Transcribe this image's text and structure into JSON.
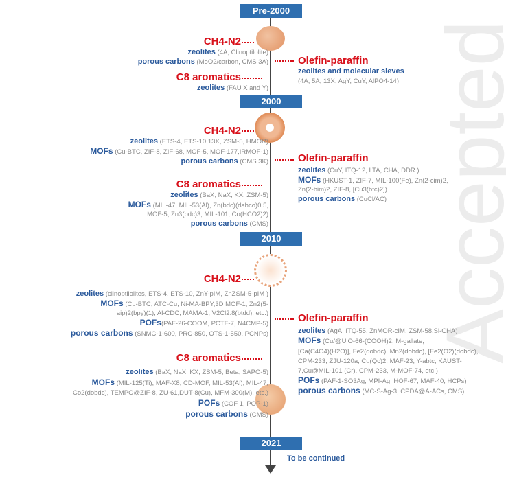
{
  "timeline": {
    "years": [
      "Pre-2000",
      "2000",
      "2010",
      "2021"
    ],
    "continue_label": "To be continued"
  },
  "watermark": "Accepted",
  "periods": [
    {
      "ch4": {
        "title": "CH4-N2",
        "lines": [
          {
            "cat": "zeolites",
            "detail": "(4A, Clinoptilolite)"
          },
          {
            "cat": "porous carbons",
            "detail": "(MoO2/carbon, CMS 3A)"
          }
        ]
      },
      "olefin": {
        "title": "Olefin-paraffin",
        "lines": [
          {
            "cat": "zeolites and molecular sieves",
            "detail": ""
          },
          {
            "cat": "",
            "detail": "(4A, 5A, 13X, AgY, CuY, AlPO4-14)"
          }
        ]
      },
      "c8": {
        "title": "C8 aromatics",
        "lines": [
          {
            "cat": "zeolites",
            "detail": "(FAU X and Y)"
          }
        ]
      }
    },
    {
      "ch4": {
        "title": "CH4-N2",
        "lines": [
          {
            "cat": "zeolites",
            "detail": "(ETS-4, ETS-10,13X, ZSM-5, HMOR)"
          },
          {
            "cat": "MOFs",
            "detail": "(Cu-BTC, ZIF-8, ZIF-68, MOF-5, MOF-177,IRMOF-1)"
          },
          {
            "cat": "porous carbons",
            "detail": "(CMS 3K)"
          }
        ]
      },
      "olefin": {
        "title": "Olefin-paraffin",
        "lines": [
          {
            "cat": "zeolites",
            "detail": "(CuY, ITQ-12, LTA, CHA, DDR )"
          },
          {
            "cat": "MOFs",
            "detail": "(HKUST-1, ZIF-7, MIL-100(Fe), Zn(2-cim)2,"
          },
          {
            "cat": "",
            "detail": "Zn(2-bim)2, ZIF-8, [Cu3(btc)2])"
          },
          {
            "cat": "porous carbons",
            "detail": "(CuCl/AC)"
          }
        ]
      },
      "c8": {
        "title": "C8 aromatics",
        "lines": [
          {
            "cat": "zeolites",
            "detail": "(BaX, NaX, KX, ZSM-5)"
          },
          {
            "cat": "MOFs",
            "detail": "(MIL-47, MIL-53(Al), Zn(bdc)(dabco)0.5,"
          },
          {
            "cat": "",
            "detail": "MOF-5, Zn3(bdc)3, MIL-101, Co(HCO2)2)"
          },
          {
            "cat": "porous carbons",
            "detail": "(CMS)"
          }
        ]
      }
    },
    {
      "ch4": {
        "title": "CH4-N2",
        "lines": [
          {
            "cat": "zeolites",
            "detail": "(clinoptilolites, ETS-4, ETS-10, ZnY-pIM, ZnZSM-5-pIM )"
          },
          {
            "cat": "MOFs",
            "detail": "(Cu-BTC, ATC-Cu, Ni-MA-BPY,3D MOF-1, Zn2(5-"
          },
          {
            "cat": "",
            "detail": "aip)2(bpy)(1), Al-CDC, MAMA-1, V2Cl2.8(btdd), etc.)"
          },
          {
            "cat": "POFs",
            "detail": "(PAF-26-COOM, PCTF-7, N4CMP-5)"
          },
          {
            "cat": "porous carbons",
            "detail": "(SNMC-1-600, PRC-850, OTS-1-550, PCNPs)"
          }
        ]
      },
      "olefin": {
        "title": "Olefin-paraffin",
        "lines": [
          {
            "cat": "zeolites",
            "detail": "(AgA, ITQ-55, ZnMOR-cIM, ZSM-58,Si-CHA)"
          },
          {
            "cat": "MOFs",
            "detail": "(Cu/@UiO-66-(COOH)2, M-gallate,"
          },
          {
            "cat": "",
            "detail": "[Ca(C4O4)(H2O)], Fe2(dobdc), Mn2(dobdc), [Fe2(O2)(dobdc),"
          },
          {
            "cat": "",
            "detail": "CPM-233, ZJU-120a, Cu(Qc)2, MAF-23, Y-abtc, KAUST-"
          },
          {
            "cat": "",
            "detail": "7,Cu@MIL-101 (Cr), CPM-233, M-MOF-74, etc.)"
          },
          {
            "cat": "POFs",
            "detail": "(PAF-1-SO3Ag, MPI-Ag, HOF-67, MAF-40, HCPs)"
          },
          {
            "cat": "porous carbons",
            "detail": "(MC-S-Ag-3, CPDA@A-ACs, CMS)"
          }
        ]
      },
      "c8": {
        "title": "C8 aromatics",
        "lines": [
          {
            "cat": "zeolites",
            "detail": "(BaX, NaX, KX, ZSM-5, Beta, SAPO-5)"
          },
          {
            "cat": "MOFs",
            "detail": "(MIL-125(Ti), MAF-X8, CD-MOF, MIL-53(Al), MIL-47,"
          },
          {
            "cat": "",
            "detail": "Co2(dobdc), TEMPO@ZIF-8, ZU-61,DUT-8(Cu), MFM-300(M), etc.)"
          },
          {
            "cat": "POFs",
            "detail": "(COF 1, POP-1)"
          },
          {
            "cat": "porous carbons",
            "detail": "(CMS)"
          }
        ]
      }
    }
  ],
  "colors": {
    "year_box": "#2f6fb0",
    "heading": "#d8101a",
    "category": "#2b5a9c",
    "sphere": "#e8a37a"
  }
}
